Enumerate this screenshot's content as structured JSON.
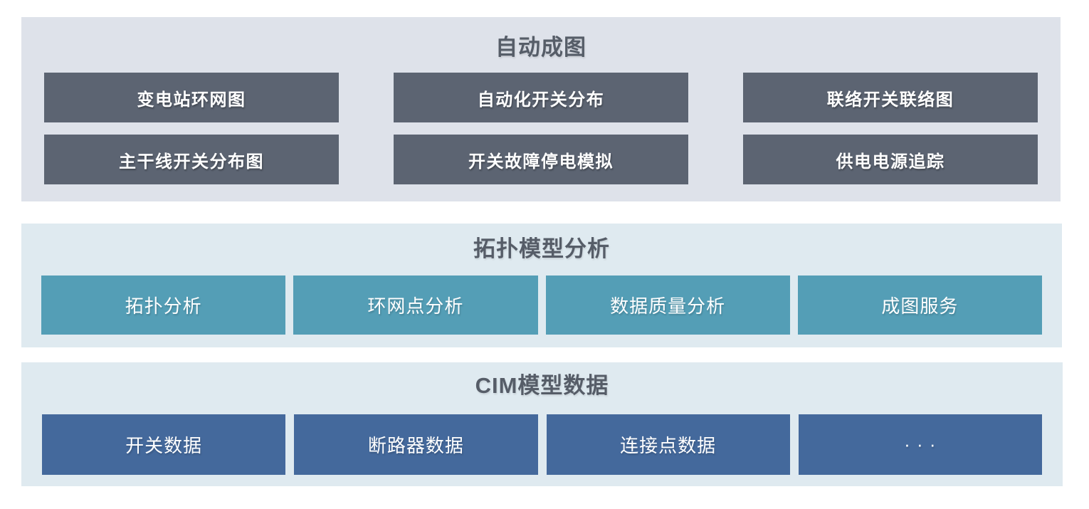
{
  "colors": {
    "page_background": "#ffffff",
    "auto_panel_background": "#dee2ea",
    "auto_box_background": "#5c6472",
    "analysis_panel_background": "#dfeaf0",
    "analysis_box_background": "#549eb6",
    "cim_box_background": "#44699c",
    "section_title_color": "#565d68",
    "box_text_color": "#ffffff"
  },
  "sections": {
    "auto_mapping": {
      "title": "自动成图",
      "items": [
        "变电站环网图",
        "自动化开关分布",
        "联络开关联络图",
        "主干线开关分布图",
        "开关故障停电模拟",
        "供电电源追踪"
      ]
    },
    "topology_analysis": {
      "title": "拓扑模型分析",
      "items": [
        "拓扑分析",
        "环网点分析",
        "数据质量分析",
        "成图服务"
      ]
    },
    "cim_data": {
      "title": "CIM模型数据",
      "items": [
        "开关数据",
        "断路器数据",
        "连接点数据",
        "· · ·"
      ]
    }
  }
}
